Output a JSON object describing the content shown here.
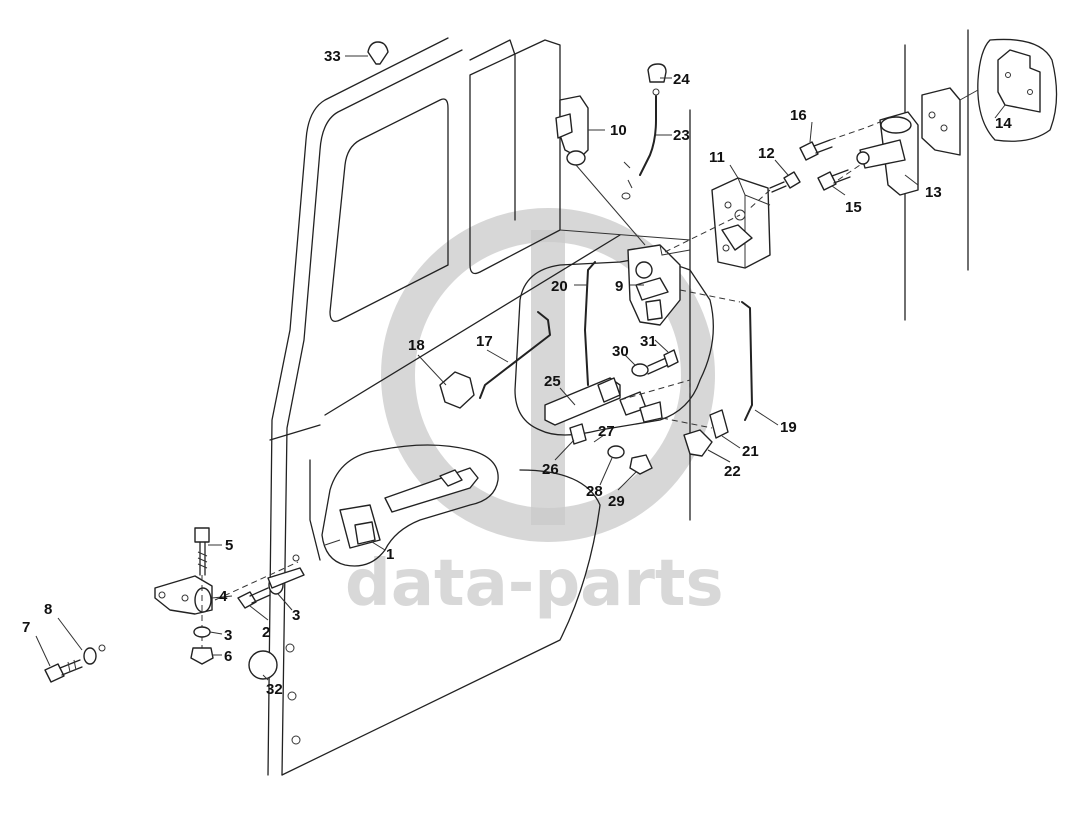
{
  "watermark": {
    "text": "data-parts",
    "color": "#cfcfcf"
  },
  "labels": {
    "l1": "1",
    "l2": "2",
    "l3a": "3",
    "l3b": "3",
    "l4": "4",
    "l5": "5",
    "l6": "6",
    "l7": "7",
    "l8": "8",
    "l9": "9",
    "l10": "10",
    "l11": "11",
    "l12": "12",
    "l13": "13",
    "l14": "14",
    "l15": "15",
    "l16": "16",
    "l17": "17",
    "l18": "18",
    "l19": "19",
    "l20": "20",
    "l21": "21",
    "l22": "22",
    "l23": "23",
    "l24": "24",
    "l25": "25",
    "l26": "26",
    "l27": "27",
    "l28": "28",
    "l29": "29",
    "l30": "30",
    "l31": "31",
    "l32": "32",
    "l33": "33"
  }
}
